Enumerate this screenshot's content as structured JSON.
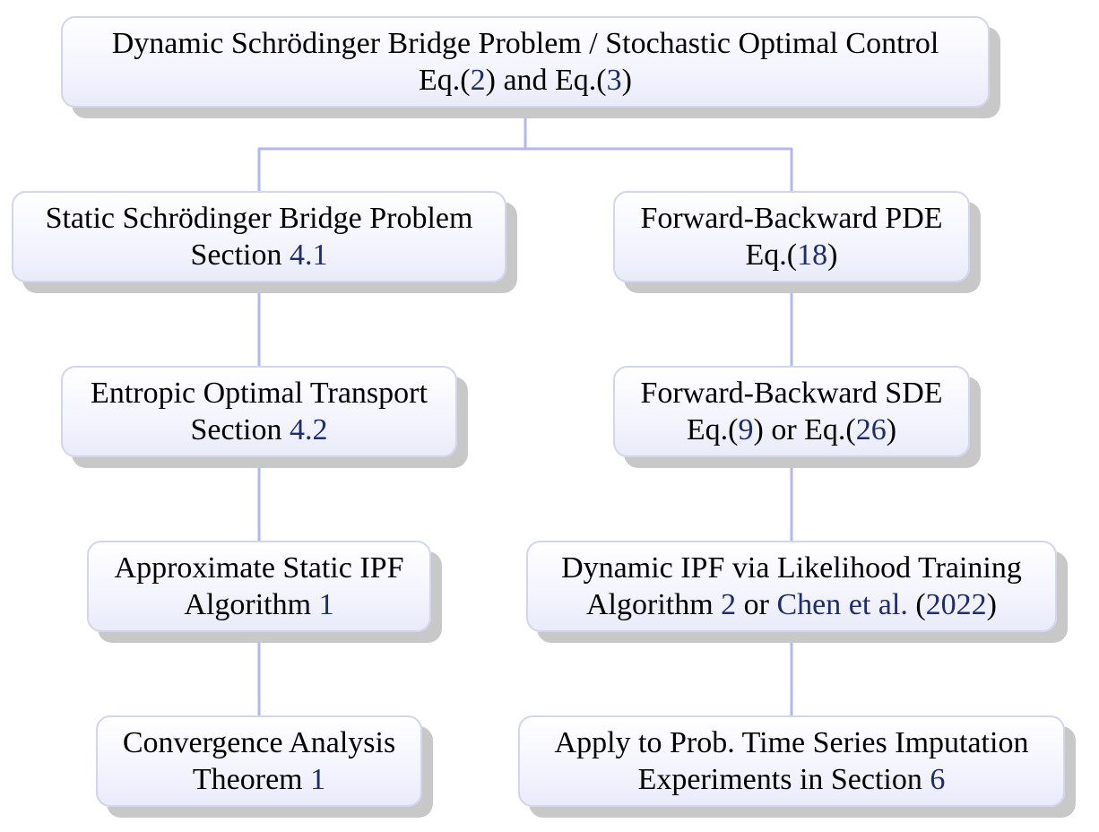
{
  "colors": {
    "connector": "#b3b6f2",
    "reference": "#1d2d6e",
    "node_border": "#d2d5ee",
    "shadow": "#c8c8c8"
  },
  "nodes": {
    "root": {
      "line1": "Dynamic Schrödinger Bridge Problem / Stochastic Optimal Control",
      "line2": {
        "t1": "Eq.(",
        "r1": "2",
        "t2": ") and Eq.(",
        "r2": "3",
        "t3": ")"
      }
    },
    "static_sb": {
      "line1": "Static Schrödinger Bridge Problem",
      "line2": {
        "t1": "Section ",
        "r1": "4.1"
      }
    },
    "fb_pde": {
      "line1": "Forward-Backward PDE",
      "line2": {
        "t1": "Eq.(",
        "r1": "18",
        "t2": ")"
      }
    },
    "eot": {
      "line1": "Entropic Optimal Transport",
      "line2": {
        "t1": "Section ",
        "r1": "4.2"
      }
    },
    "fb_sde": {
      "line1": "Forward-Backward SDE",
      "line2": {
        "t1": "Eq.(",
        "r1": "9",
        "t2": ") or Eq.(",
        "r2": "26",
        "t3": ")"
      }
    },
    "approx_ipf": {
      "line1": "Approximate Static IPF",
      "line2": {
        "t1": "Algorithm ",
        "r1": "1"
      }
    },
    "dynamic_ipf": {
      "line1": "Dynamic IPF via Likelihood Training",
      "line2": {
        "t1": "Algorithm ",
        "r1": "2",
        "t2": " or ",
        "r2": "Chen et al.",
        "t3": " (",
        "r3": "2022",
        "t4": ")"
      }
    },
    "convergence": {
      "line1": "Convergence Analysis",
      "line2": {
        "t1": "Theorem ",
        "r1": "1"
      }
    },
    "apply": {
      "line1": "Apply to Prob. Time Series Imputation",
      "line2": {
        "t1": "Experiments in Section ",
        "r1": "6"
      }
    }
  }
}
